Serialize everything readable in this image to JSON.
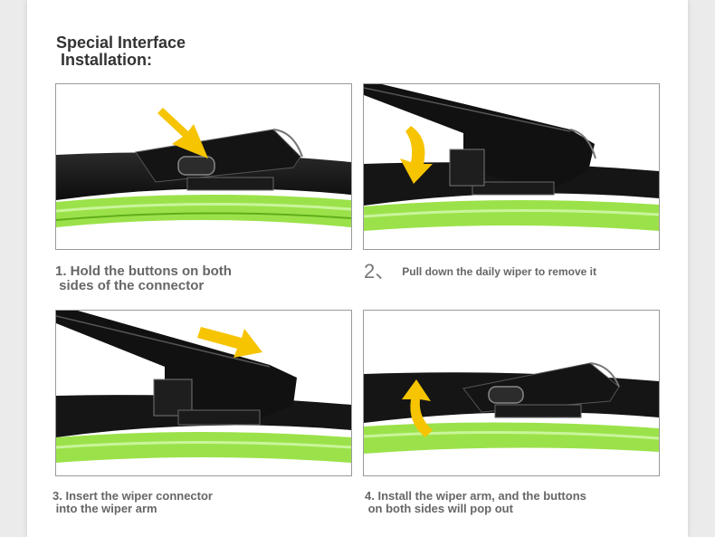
{
  "title": "Special Interface\n Installation:",
  "steps": [
    {
      "caption": "1. Hold the buttons on both\n sides of the connector"
    },
    {
      "number": "2、",
      "caption": "Pull down the daily wiper to remove it"
    },
    {
      "caption": "3. Insert the wiper connector\n into the wiper arm"
    },
    {
      "caption": "4. Install the wiper arm, and the buttons\n on both sides will pop out"
    }
  ],
  "colors": {
    "arrow": "#f6c400",
    "blade": "#1b1b1b",
    "rubber_green": "#7ed321",
    "frame": "#9a9a9a"
  },
  "icons": [
    "arrow-down-right-icon",
    "curved-arrow-down-icon",
    "arrow-right-icon",
    "curved-arrow-up-icon"
  ]
}
